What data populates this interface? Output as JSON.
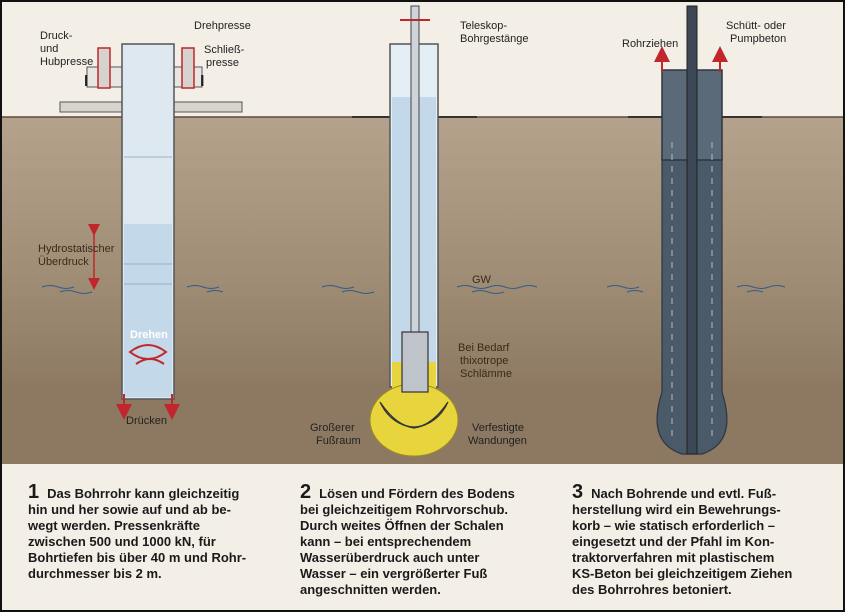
{
  "stage1": {
    "labels": {
      "druck": "Druck-",
      "und": "und",
      "hubpresse": "Hubpresse",
      "drehpresse": "Drehpresse",
      "schliess": "Schließ-",
      "presse": "presse",
      "hydro1": "Hydrostatischer",
      "hydro2": "Überdruck",
      "drehen": "Drehen",
      "druecken": "Drücken"
    },
    "number": "1",
    "caption": [
      "Das Bohrrohr kann gleichzeitig",
      "hin und her sowie auf und ab be-",
      "wegt werden. Pressenkräfte",
      "zwischen 500 und 1000 kN, für",
      "Bohrtiefen bis über 40 m und Rohr-",
      "durchmesser bis 2 m."
    ]
  },
  "stage2": {
    "labels": {
      "teleskop1": "Teleskop-",
      "teleskop2": "Bohrgestänge",
      "gw": "GW",
      "bedarf1": "Bei Bedarf",
      "bedarf2": "thixotrope",
      "bedarf3": "Schlämme",
      "fuss1": "Großerer",
      "fuss2": "Fußraum",
      "verf1": "Verfestigte",
      "verf2": "Wandungen"
    },
    "number": "2",
    "caption": [
      "Lösen und Fördern des Bodens",
      "bei gleichzeitigem Rohrvorschub.",
      "Durch weites Öffnen der Schalen",
      "kann – bei entsprechendem",
      "Wasserüberdruck auch unter",
      "Wasser – ein vergrößerter Fuß",
      "angeschnitten werden."
    ]
  },
  "stage3": {
    "labels": {
      "rohrziehen": "Rohrziehen",
      "schutt1": "Schütt- oder",
      "schutt2": "Pumpbeton"
    },
    "number": "3",
    "caption": [
      "Nach Bohrende und evtl. Fuß-",
      "herstellung wird ein Bewehrungs-",
      "korb – wie statisch erforderlich –",
      "eingesetzt und der Pfahl im Kon-",
      "traktorverfahren mit plastischem",
      "KS-Beton bei gleichzeitigem Ziehen",
      "des Bohrrohres betoniert."
    ]
  },
  "colors": {
    "sky": "#f2eee6",
    "soil_upper": "#a99680",
    "soil_lower": "#8e7a62",
    "water": "#c9dceb",
    "concrete": "#4b5a68",
    "mud": "#e6d23a",
    "arrow_red": "#c0262b"
  }
}
